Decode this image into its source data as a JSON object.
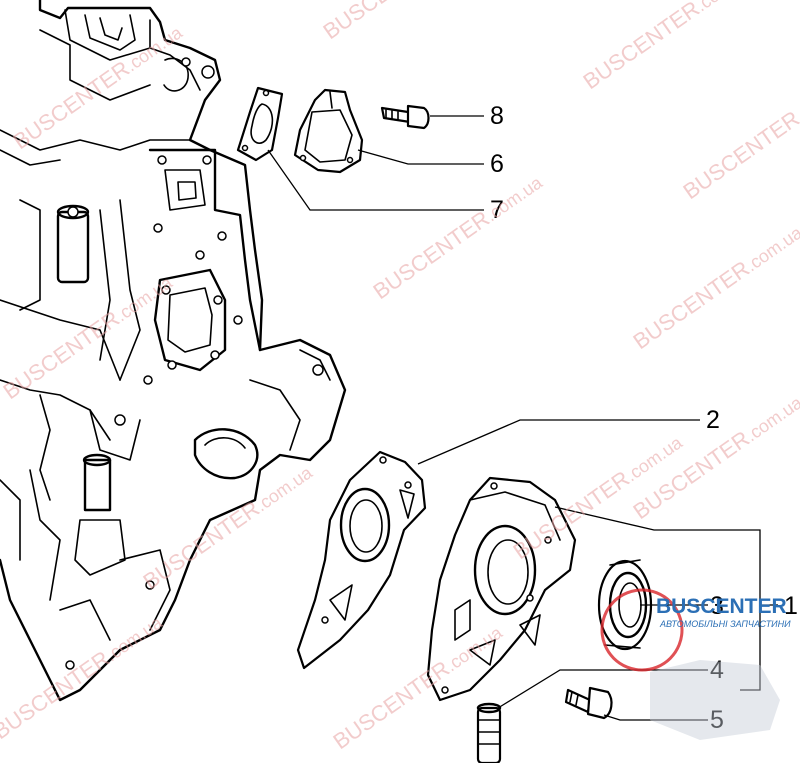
{
  "diagram": {
    "callouts": [
      {
        "id": "8",
        "label": "8"
      },
      {
        "id": "6",
        "label": "6"
      },
      {
        "id": "7",
        "label": "7"
      },
      {
        "id": "2",
        "label": "2"
      },
      {
        "id": "3",
        "label": "3"
      },
      {
        "id": "1",
        "label": "1"
      },
      {
        "id": "4",
        "label": "4"
      },
      {
        "id": "5",
        "label": "5"
      }
    ],
    "watermark": {
      "brand": "BUSCENTER",
      "domain": ".com.ua",
      "color": "#e8a3a3"
    },
    "logo": {
      "text": "BUSCENTER",
      "subtitle": "АВТОМОБІЛЬНІ ЗАПЧАСТИНИ",
      "primary_color": "#2b6fb5",
      "accent_color": "#d8262b"
    }
  }
}
